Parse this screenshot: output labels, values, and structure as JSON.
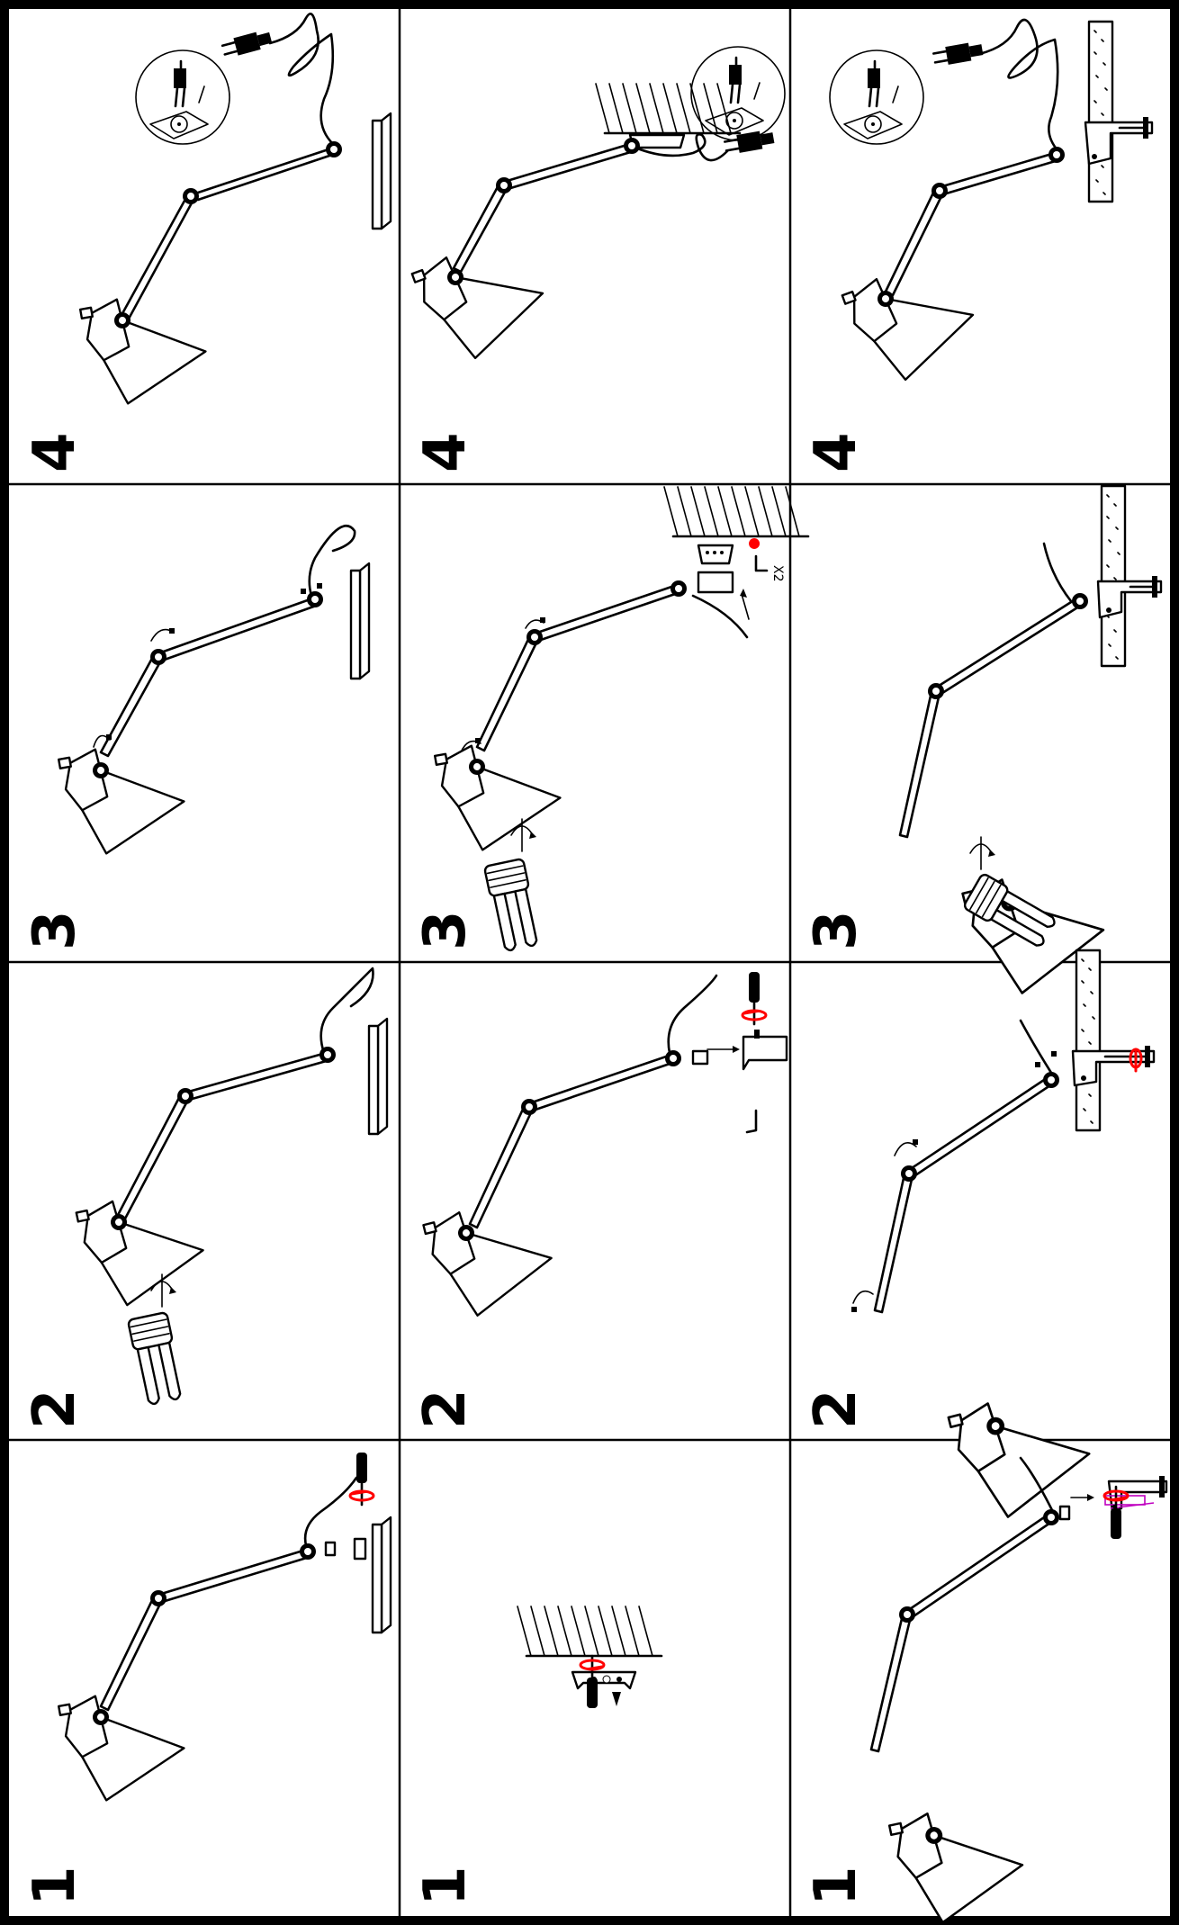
{
  "sheet": {
    "columns": 3,
    "rows": 4,
    "columns_content": [
      {
        "name": "wall-mount",
        "steps": [
          "4",
          "3",
          "2",
          "1"
        ]
      },
      {
        "name": "ceiling-mount",
        "steps": [
          "4",
          "3",
          "2",
          "1"
        ]
      },
      {
        "name": "clamp-mount",
        "steps": [
          "4",
          "3",
          "2",
          "1"
        ]
      }
    ],
    "quantity_label": "X2"
  },
  "icons": {
    "lamp": "articulated-lamp-icon",
    "plug": "power-plug-icon",
    "socket": "wall-socket-icon",
    "bulb": "cfl-bulb-icon",
    "screwdriver": "screwdriver-icon",
    "screw": "screw-icon",
    "clamp": "table-clamp-icon",
    "wall-plate": "wall-plate-icon",
    "ceiling": "ceiling-hatch-icon",
    "bracket": "ceiling-bracket-icon",
    "rotate": "rotate-arrow-icon"
  },
  "colors": {
    "line": "#000000",
    "highlight": "#ff0000",
    "clamp-highlight": "#c000c0",
    "background": "#ffffff"
  }
}
